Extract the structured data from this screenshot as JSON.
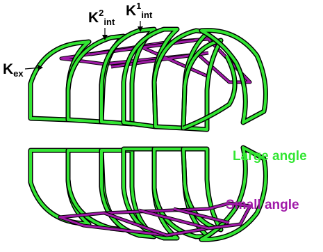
{
  "labels": {
    "k_ex_main": "K",
    "k_ex_sub": "ex",
    "k_int2_main": "K",
    "k_int2_sup": "2",
    "k_int2_sub": "int",
    "k_int1_main": "K",
    "k_int1_sup": "1",
    "k_int1_sub": "int",
    "large_angle": "Large angle",
    "small_angle": "Small angle"
  },
  "colors": {
    "green": "#33e633",
    "purple": "#a01aa8",
    "outline": "#000000"
  }
}
